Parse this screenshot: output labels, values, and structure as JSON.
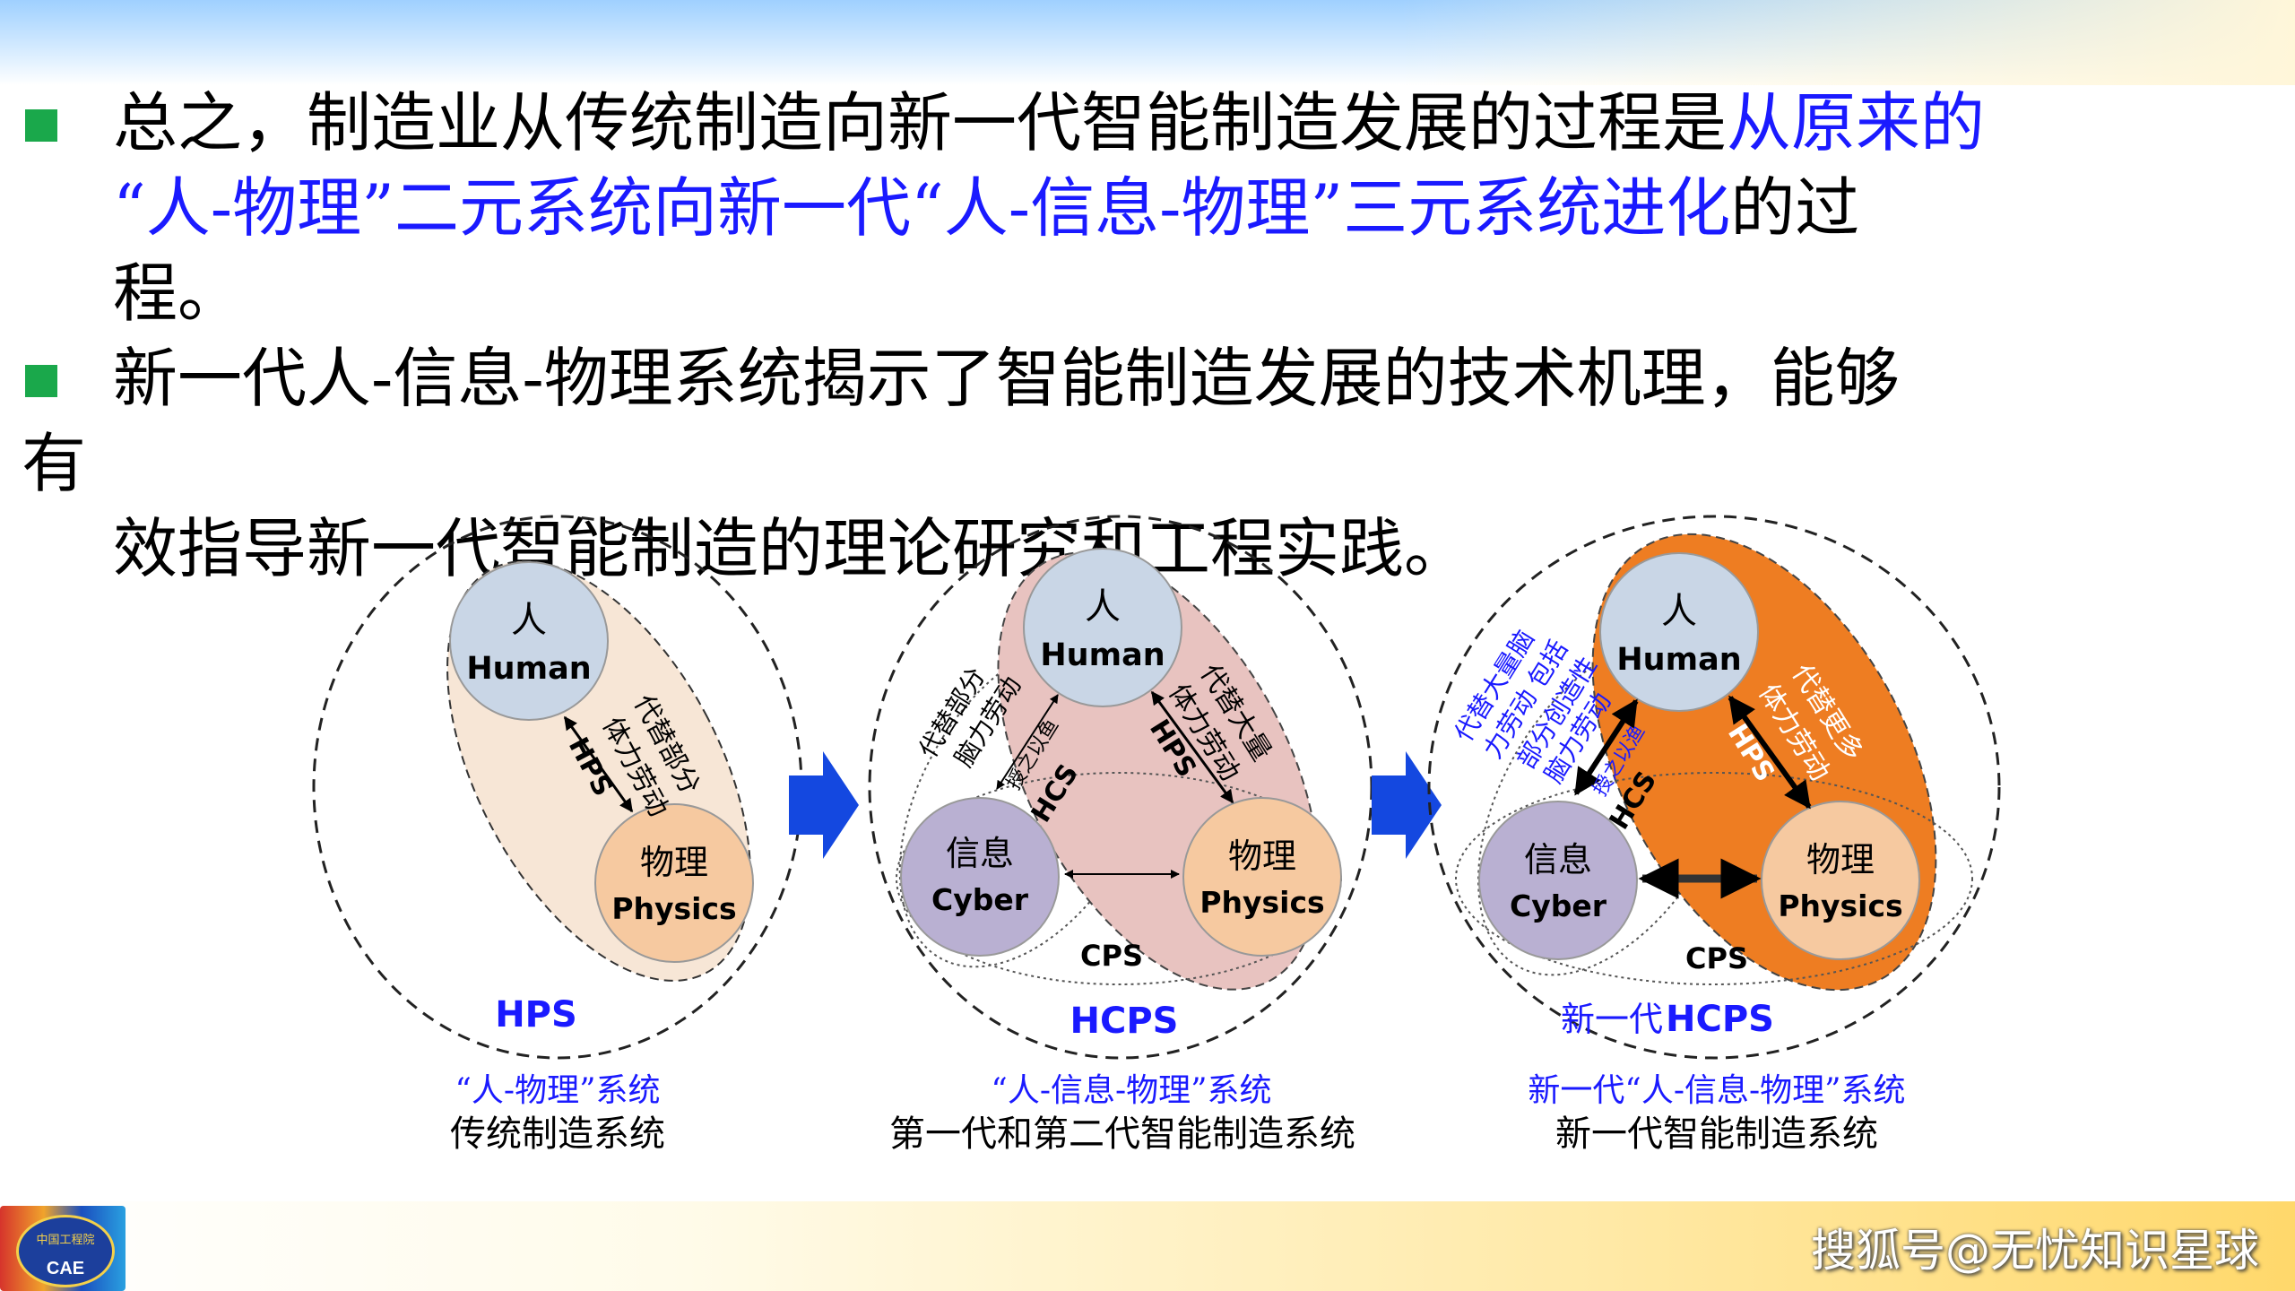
{
  "paragraphs": {
    "p1": {
      "part1": "总之，制造业从传统制造向新一代智能制造发展的过程是",
      "part2": "从原来的",
      "line2_blue": "“人-物理”二元系统向新一代“人-信息-物理”三元系统进化",
      "line2_black": "的过",
      "line3": "程。"
    },
    "p2": {
      "line1": "新一代人-信息-物理系统揭示了智能制造发展的技术机理，能够",
      "line2": "有",
      "line3": "效指导新一代智能制造的理论研究和工程实践。"
    }
  },
  "diagram": {
    "node_human_cn": "人",
    "node_human_en": "Human",
    "node_physics_cn": "物理",
    "node_physics_en": "Physics",
    "node_cyber_cn": "信息",
    "node_cyber_en": "Cyber",
    "hps_tag": "HPS",
    "hcs_tag": "HCS",
    "cps_tag": "CPS",
    "s1": {
      "side_text_1": "代替部分",
      "side_text_2": "体力劳动",
      "system_name": "HPS",
      "caption_blue": "“人-物理”系统",
      "caption_black": "传统制造系统"
    },
    "s2": {
      "left_text_1": "代替部分",
      "left_text_2": "脑力劳动",
      "left_text_3": "授之以鱼",
      "right_text_1": "代替大量",
      "right_text_2": "体力劳动",
      "system_name": "HCPS",
      "caption_blue": "“人-信息-物理”系统",
      "caption_black": "第一代和第二代智能制造系统"
    },
    "s3": {
      "left_text_1": "代替大量脑",
      "left_text_2": "力劳动 包括",
      "left_text_3": "部分创造性",
      "left_text_4": "脑力劳动",
      "left_text_5": "授之以渔",
      "right_text_1": "代替更多",
      "right_text_2": "体力劳动",
      "system_prefix": "新一代",
      "system_name": "HCPS",
      "caption_blue": "新一代“人-信息-物理”系统",
      "caption_black": "新一代智能制造系统"
    }
  },
  "logo_text": "CAE",
  "logo_small": "中国工程院",
  "watermark": "搜狐号@无忧知识星球",
  "colors": {
    "blue_text": "#1a1aff",
    "bullet_green": "#1aa84b",
    "human_fill": "#c9d6e6",
    "physics_fill": "#f6c9a0",
    "cyber_fill": "#b9b0d2",
    "hps_blob": "#f7e6d6",
    "hcps_blob": "#e8c3c0",
    "new_blob": "#ee7d22",
    "arrow_blue": "#1448e0"
  }
}
